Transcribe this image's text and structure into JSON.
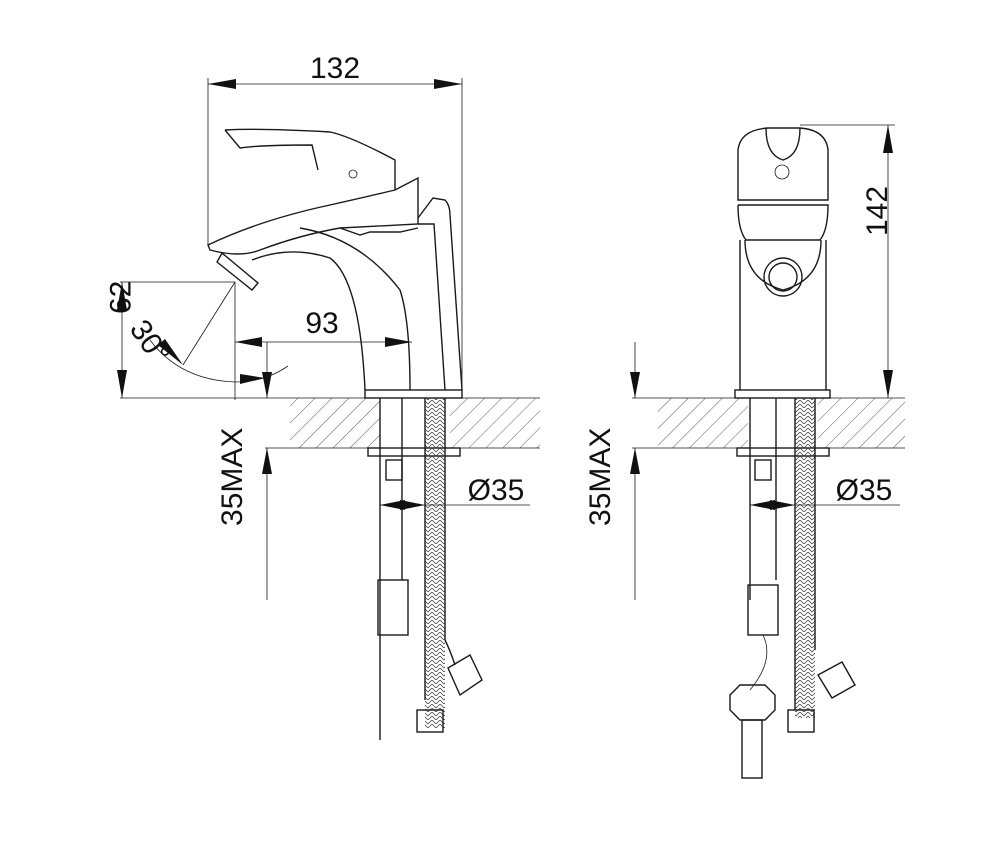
{
  "drawing": {
    "left_view": {
      "overall_length": "132",
      "spout_reach": "93",
      "spout_height": "62",
      "handle_angle": "30°",
      "max_counter_thickness": "35MAX",
      "hole_diameter": "Ø35"
    },
    "right_view": {
      "overall_height": "142",
      "max_counter_thickness": "35MAX",
      "hole_diameter": "Ø35"
    }
  }
}
